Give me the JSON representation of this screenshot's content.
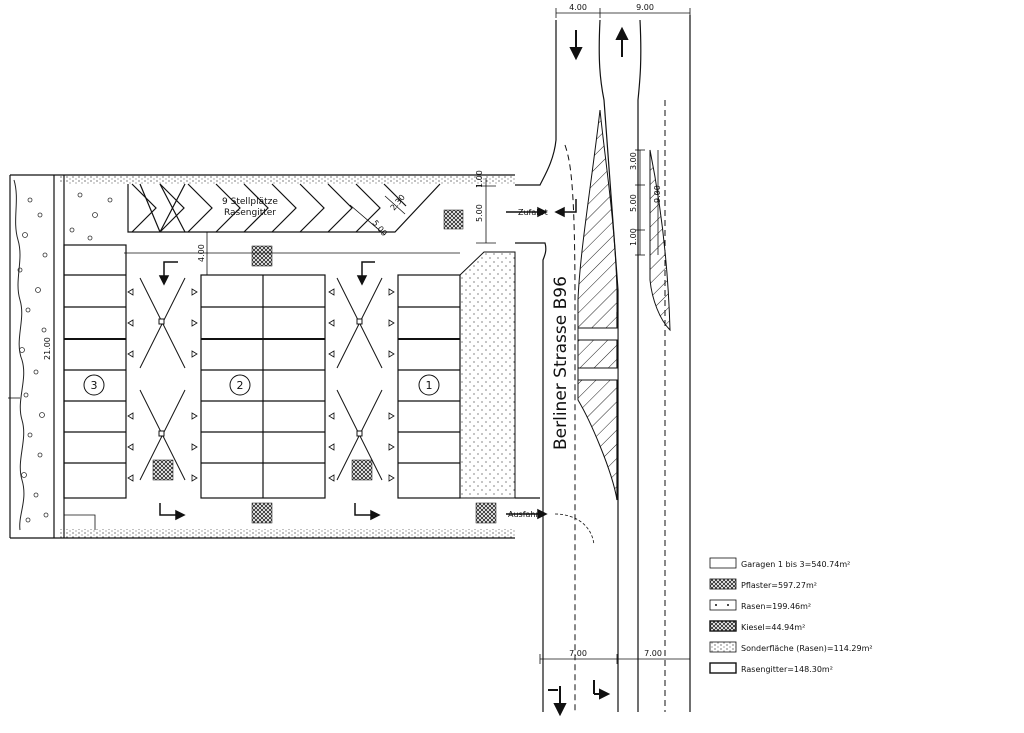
{
  "dimensions": {
    "road_top_left": "4.00",
    "road_top_right": "9.00",
    "road_bottom_left": "7.00",
    "road_bottom_right": "7.00",
    "island_3": "3.00",
    "island_5": "5.00",
    "island_1": "1.00",
    "island_9": "9.00",
    "entry_1": "1.00",
    "entry_5": "5.00",
    "aisle_4": "4.00",
    "lot_21": "21.00",
    "park_5": "5.00",
    "park_230": "2.30"
  },
  "labels": {
    "parking": "9 Stellplätze",
    "parking_sub": "Rasengitter",
    "entry": "Zufahrt",
    "exit": "Ausfahrt",
    "street": "Berliner Strasse B96",
    "garage1": "1",
    "garage2": "2",
    "garage3": "3"
  },
  "legend": [
    {
      "text": "Garagen 1 bis 3=540.74m²",
      "pattern": "plain"
    },
    {
      "text": "Pflaster=597.27m²",
      "pattern": "cross"
    },
    {
      "text": "Rasen=199.46m²",
      "pattern": "rasen"
    },
    {
      "text": "Kiesel=44.94m²",
      "pattern": "kies"
    },
    {
      "text": "Sonderfläche (Rasen)=114.29m²",
      "pattern": "dots"
    },
    {
      "text": "Rasengitter=148.30m²",
      "pattern": "plainbold"
    }
  ]
}
